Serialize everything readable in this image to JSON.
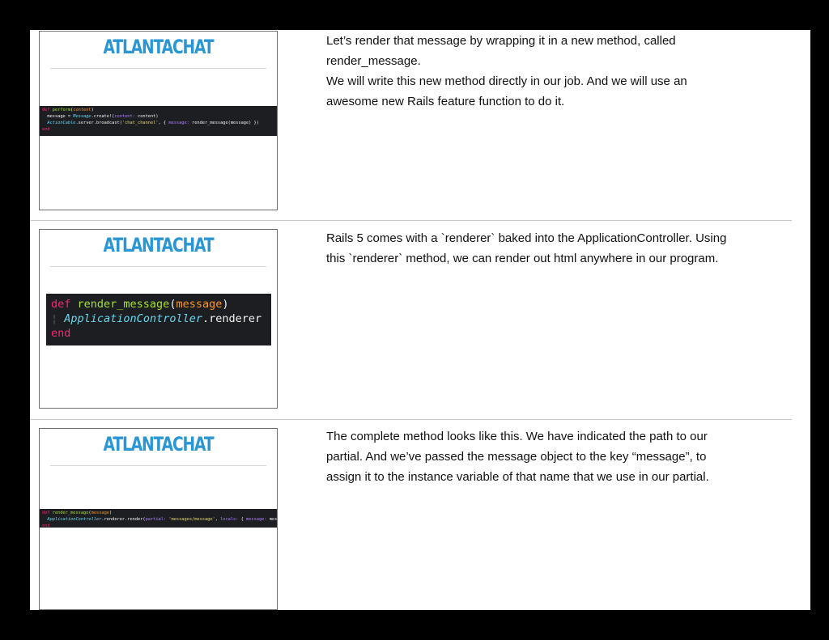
{
  "rows": [
    {
      "slide_title": "ATLANTACHAT",
      "code_lines": [
        "def perform(content)",
        "  message = Message.create!(content: content)",
        "  ActionCable.server.broadcast('chat_channel', { message: render_message(message) })",
        "end"
      ],
      "note_lines": [
        "Let’s render that message by wrapping it in a new method, called",
        "render_message.",
        "We will write this new method directly in our job. And we will use an",
        "awesome new Rails feature function to do it."
      ]
    },
    {
      "slide_title": "ATLANTACHAT",
      "code_lines": [
        "def render_message(message)",
        "  ApplicationController.renderer",
        "end"
      ],
      "note_lines": [
        "Rails 5 comes with a `renderer` baked into the ApplicationController. Using",
        "this `renderer` method, we can render out html anywhere in our program."
      ]
    },
    {
      "slide_title": "ATLANTACHAT",
      "code_lines": [
        "def render_message(message)",
        "  ApplicationController.renderer.render(partial: 'messages/message', locals: { message: message })",
        "end"
      ],
      "note_lines": [
        "The complete method looks like this. We have indicated the path to our",
        "partial. And we’ve passed the message object to the key “message”, to",
        "assign it to the instance variable of that name that we use in our partial."
      ]
    }
  ]
}
